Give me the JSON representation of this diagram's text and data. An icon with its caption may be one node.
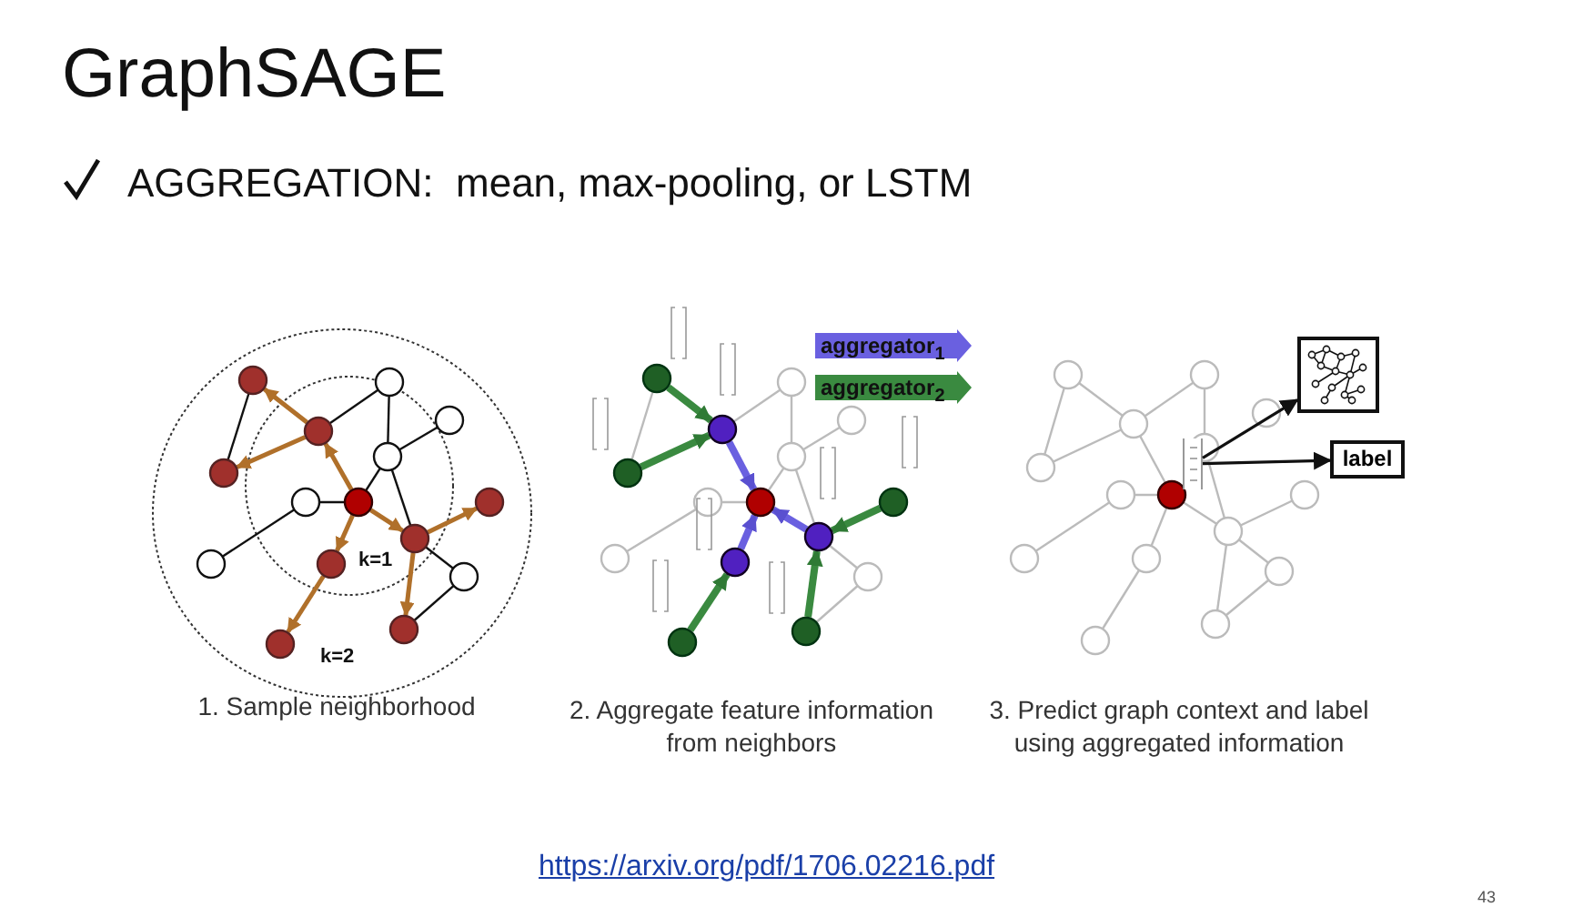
{
  "diagram": {
    "title": "GraphSAGE",
    "nodes": [
      {
        "text": [],
        "shape": "box"
      },
      {
        "text": [],
        "shape": "box"
      },
      {
        "text": [
          "label"
        ]
      },
      {
        "text": [
          "aggregator$_{1}$"
        ]
      },
      {
        "text": [
          "aggregator$_{2}$"
        ]
      }
    ],
    "edges": [
      {
        "from": 0,
        "to": 1,
        "arrow": "to"
      },
      {
        "from": 0,
        "to": 2,
        "arrow": "to"
      }
    ],
    "labels": [
      "AGGREGATION:  mean, max-pooling, or LSTM",
      "k=1",
      "k=2",
      "1. Sample neighborhood",
      "2. Aggregate feature information from neighbors",
      "3. Predict graph context and label using aggregated information",
      "https://arxiv.org/pdf/1706.02216.pdf",
      "43"
    ]
  }
}
